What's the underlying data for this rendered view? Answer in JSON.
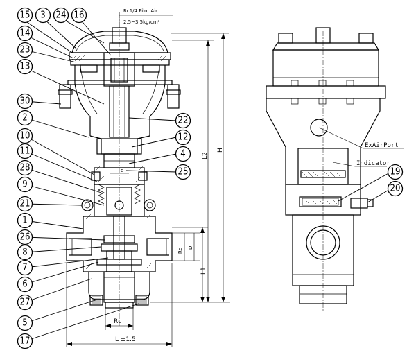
{
  "pilot_note": {
    "line1": "Rc1/4 Pilot Air",
    "line2": "2.5~3.5kg/cm²"
  },
  "side_labels": {
    "ex_air_port": "ExAirPort",
    "indicator": "Indicator"
  },
  "dimensions": {
    "l2": "L2",
    "h": "H",
    "l1": "L1",
    "rc_top": "Rc",
    "d_top": "D",
    "rc_bottom": "Rc",
    "l_tol": "L ±1.5",
    "d_small": "d"
  },
  "callouts": [
    "15",
    "3",
    "24",
    "16",
    "14",
    "23",
    "13",
    "30",
    "2",
    "10",
    "11",
    "28",
    "9",
    "21",
    "1",
    "26",
    "8",
    "7",
    "6",
    "27",
    "5",
    "17",
    "22",
    "12",
    "4",
    "25",
    "19",
    "20"
  ]
}
